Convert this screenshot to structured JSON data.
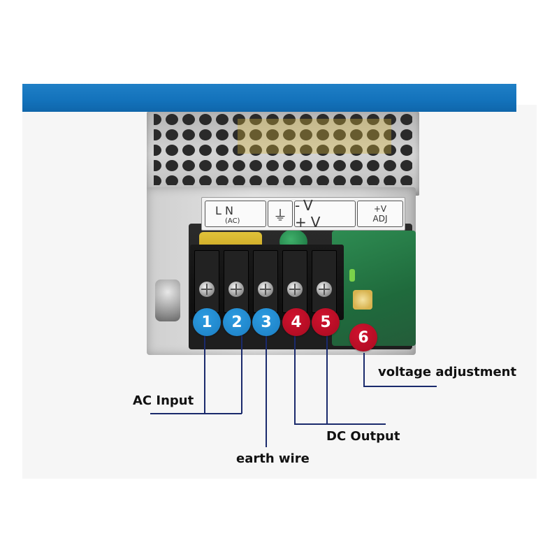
{
  "terminal_labels": {
    "ln_top": "L  N",
    "ln_sub": "(AC)",
    "ground": "⏚",
    "dc": "-V  +V",
    "adj_top": "+V",
    "adj_bottom": "ADJ"
  },
  "badges": [
    {
      "number": "1",
      "color": "#1c7fc4"
    },
    {
      "number": "2",
      "color": "#1c7fc4"
    },
    {
      "number": "3",
      "color": "#1c7fc4"
    },
    {
      "number": "4",
      "color": "#a80b20"
    },
    {
      "number": "5",
      "color": "#a80b20"
    },
    {
      "number": "6",
      "color": "#a80b20"
    }
  ],
  "callouts": {
    "ac_input": "AC Input",
    "earth_wire": "earth wire",
    "dc_output": "DC Output",
    "voltage_adjustment": "voltage adjustment"
  },
  "colors": {
    "banner": "#1372bb",
    "leader_line": "#1a2a6c"
  }
}
